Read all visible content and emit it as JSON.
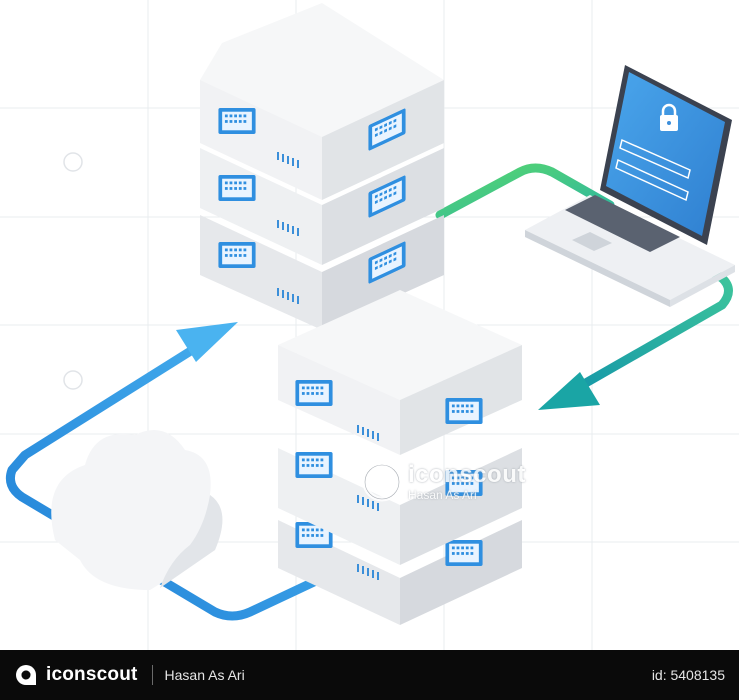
{
  "watermark": {
    "brand": "iconscout",
    "author": "Hasan As Ari"
  },
  "footer": {
    "brand": "iconscout",
    "author": "Hasan As Ari",
    "asset_id": "id: 5408135"
  },
  "colors": {
    "server_face": "#f2f3f5",
    "server_side": "#e3e5e8",
    "bay_blue": "#2f8fe0",
    "arrow_blue": "#2a88dc",
    "arrow_green": "#52d173",
    "arrow_teal": "#1aa5a5",
    "laptop_screen": "#3d8fdb",
    "footer_bg": "#0a0a0a"
  },
  "icons": [
    "server-icon",
    "cloud-icon",
    "laptop-icon",
    "lock-icon",
    "arrow-icon",
    "iconscout-logo-icon"
  ]
}
